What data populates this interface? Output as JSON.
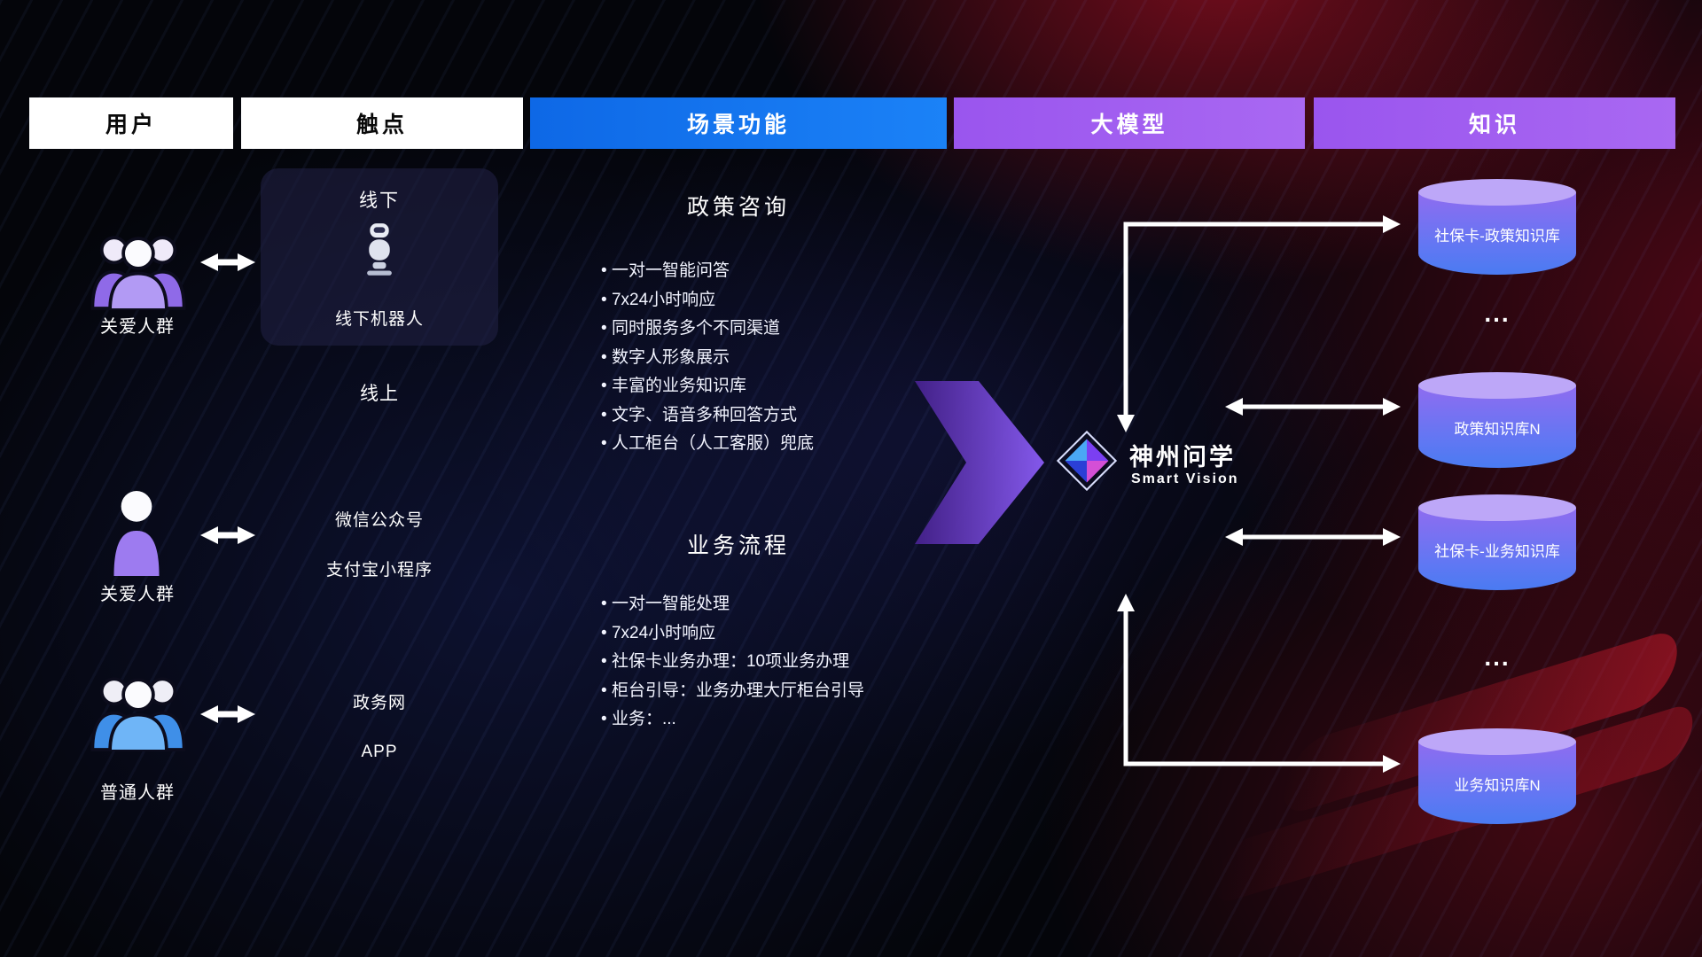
{
  "header": {
    "columns": [
      {
        "label": "用户"
      },
      {
        "label": "触点"
      },
      {
        "label": "场景功能"
      },
      {
        "label": "大模型"
      },
      {
        "label": "知识"
      }
    ]
  },
  "users": {
    "groups": [
      {
        "label": "关爱人群"
      },
      {
        "label": "关爱人群"
      },
      {
        "label": "普通人群"
      }
    ]
  },
  "touchpoints": {
    "offline": {
      "title": "线下",
      "robot_label": "线下机器人"
    },
    "online_title": "线上",
    "channels": [
      {
        "label": "微信公众号"
      },
      {
        "label": "支付宝小程序"
      },
      {
        "label": "政务网"
      },
      {
        "label": "APP"
      }
    ]
  },
  "scenes": [
    {
      "title": "政策咨询",
      "bullets": [
        "一对一智能问答",
        "7x24小时响应",
        "同时服务多个不同渠道",
        "数字人形象展示",
        "丰富的业务知识库",
        "文字、语音多种回答方式",
        "人工柜台（人工客服）兜底"
      ]
    },
    {
      "title": "业务流程",
      "bullets": [
        "一对一智能处理",
        "7x24小时响应",
        "社保卡业务办理：10项业务办理",
        "柜台引导：业务办理大厅柜台引导",
        "业务：..."
      ]
    }
  ],
  "model": {
    "name": "神州问学",
    "subtitle": "Smart Vision"
  },
  "knowledge": {
    "databases": [
      {
        "label": "社保卡-政策知识库"
      },
      {
        "label": "政策知识库N"
      },
      {
        "label": "社保卡-业务知识库"
      },
      {
        "label": "业务知识库N"
      }
    ],
    "ellipsis": "..."
  },
  "colors": {
    "header_blue": "#1572f0",
    "header_purple": "#9b5cf2",
    "flow_arrow_purple": "#7c4ddb",
    "db_top": "#bda7f8",
    "db_body_top": "#8f6cf0",
    "db_body_bottom": "#4a7bf2",
    "connector_white": "#ffffff",
    "user_icon_purple": "#9d7bf0",
    "user_icon_blue": "#55a5f5"
  }
}
